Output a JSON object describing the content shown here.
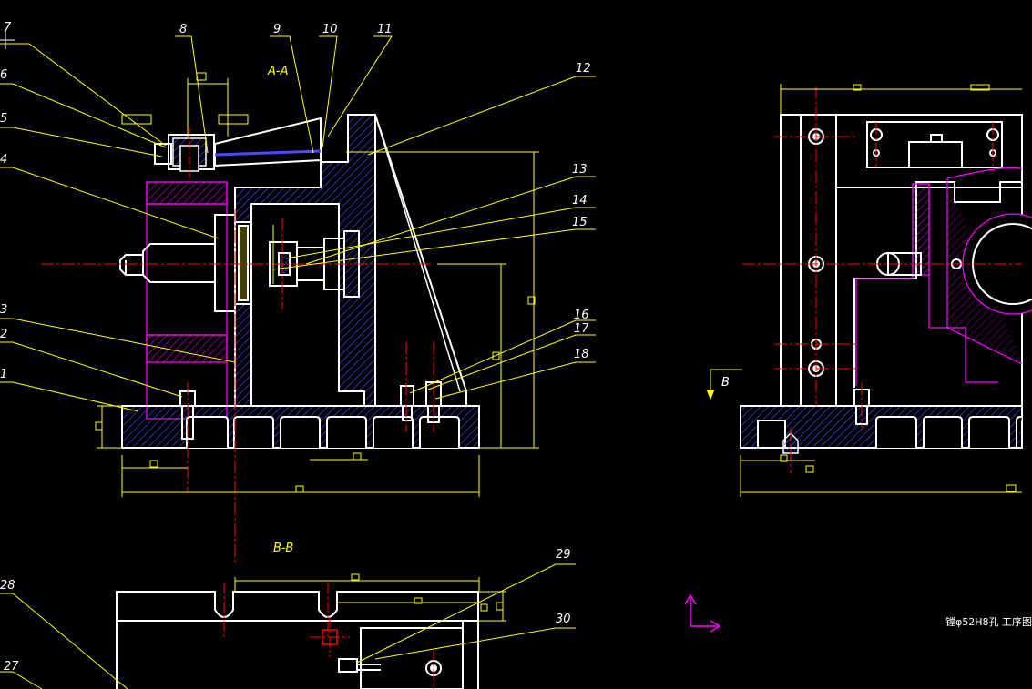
{
  "drawing": {
    "section_labels": {
      "aa": "A-A",
      "bb": "B-B",
      "view_b": "B"
    },
    "callouts": {
      "n7": "7",
      "n6": "6",
      "n5": "5",
      "n4": "4",
      "n3": "3",
      "n2": "2",
      "n1": "1",
      "n8": "8",
      "n9": "9",
      "n10": "10",
      "n11": "11",
      "n12": "12",
      "n13": "13",
      "n14": "14",
      "n15": "15",
      "n16": "16",
      "n17": "17",
      "n18": "18",
      "n28": "28",
      "n27": "27",
      "n29": "29",
      "n30": "30"
    },
    "title_note": "镗φ52H8孔 工序图",
    "colors": {
      "background": "#000000",
      "outline": "#ffffff",
      "leader": "#ffff00",
      "center": "#ff0000",
      "hatch": "#4a4aff",
      "part": "#ff00ff",
      "axis": "#ff00ff"
    }
  }
}
